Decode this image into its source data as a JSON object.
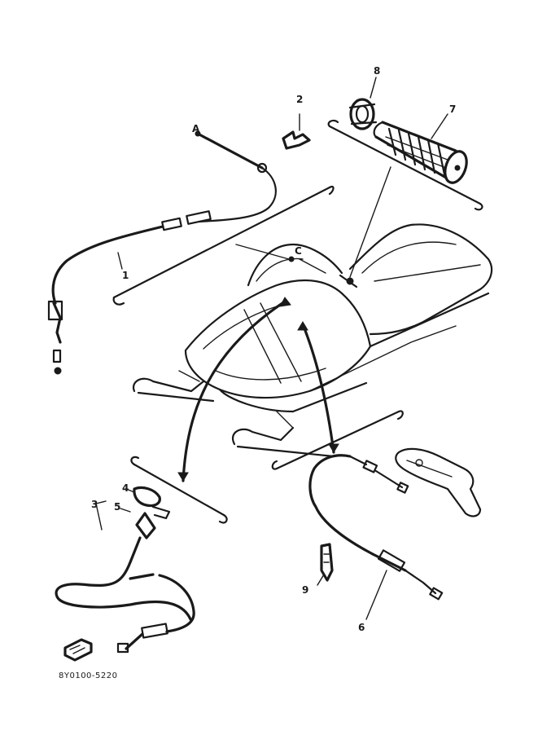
{
  "callouts": {
    "c1": "1",
    "c2": "2",
    "c3": "3",
    "c4": "4",
    "c5": "5",
    "c6": "6",
    "c7": "7",
    "c8": "8",
    "c9": "9",
    "ca": "A",
    "cc": "C"
  },
  "drawing_code": "8Y0100-5220"
}
